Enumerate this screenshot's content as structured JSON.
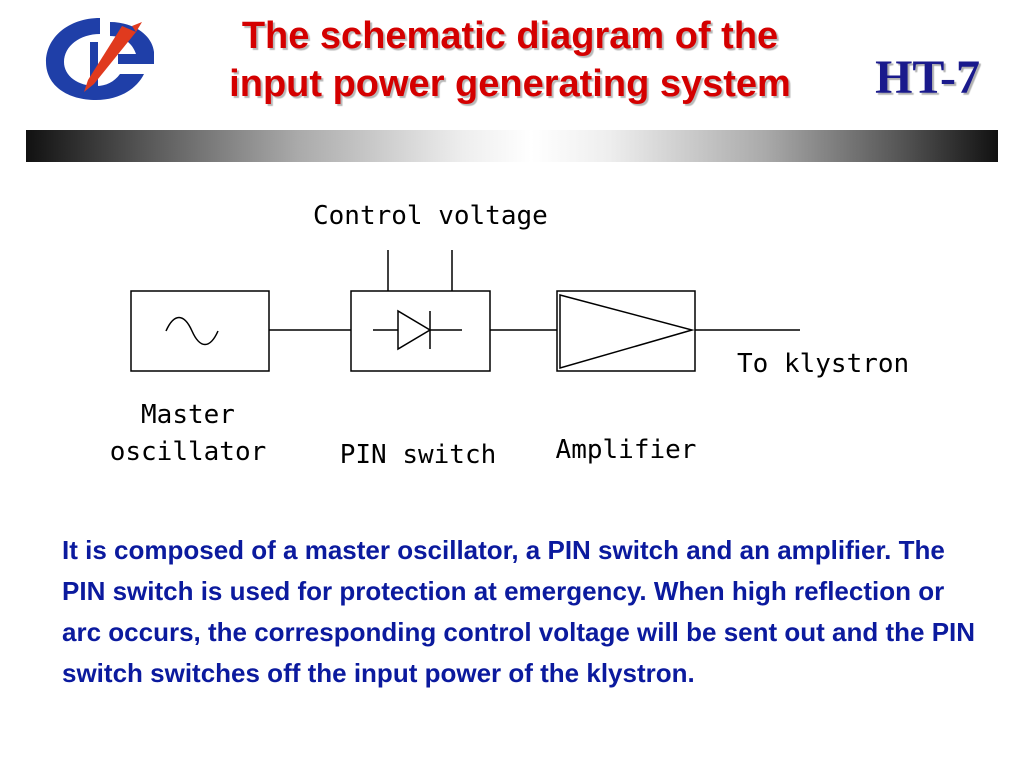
{
  "header": {
    "title_line1": "The schematic diagram of the",
    "title_line2": "input power generating system",
    "badge": "HT-7"
  },
  "diagram": {
    "control_label": "Control voltage",
    "output_label": "To klystron",
    "blocks": [
      {
        "label_line1": "Master",
        "label_line2": "oscillator"
      },
      {
        "label_line1": "PIN switch",
        "label_line2": ""
      },
      {
        "label_line1": "Amplifier",
        "label_line2": ""
      }
    ]
  },
  "description": "It is composed of a master oscillator, a PIN switch and an amplifier. The PIN switch is used for protection at emergency. When high reflection or arc occurs, the corresponding control voltage will be sent out and the PIN switch switches off the input power of the klystron.",
  "colors": {
    "title": "#d40000",
    "badge": "#1a1a8c",
    "body_text": "#0b1a9e",
    "logo_blue": "#1f3fa8",
    "logo_red": "#e03a1e"
  }
}
